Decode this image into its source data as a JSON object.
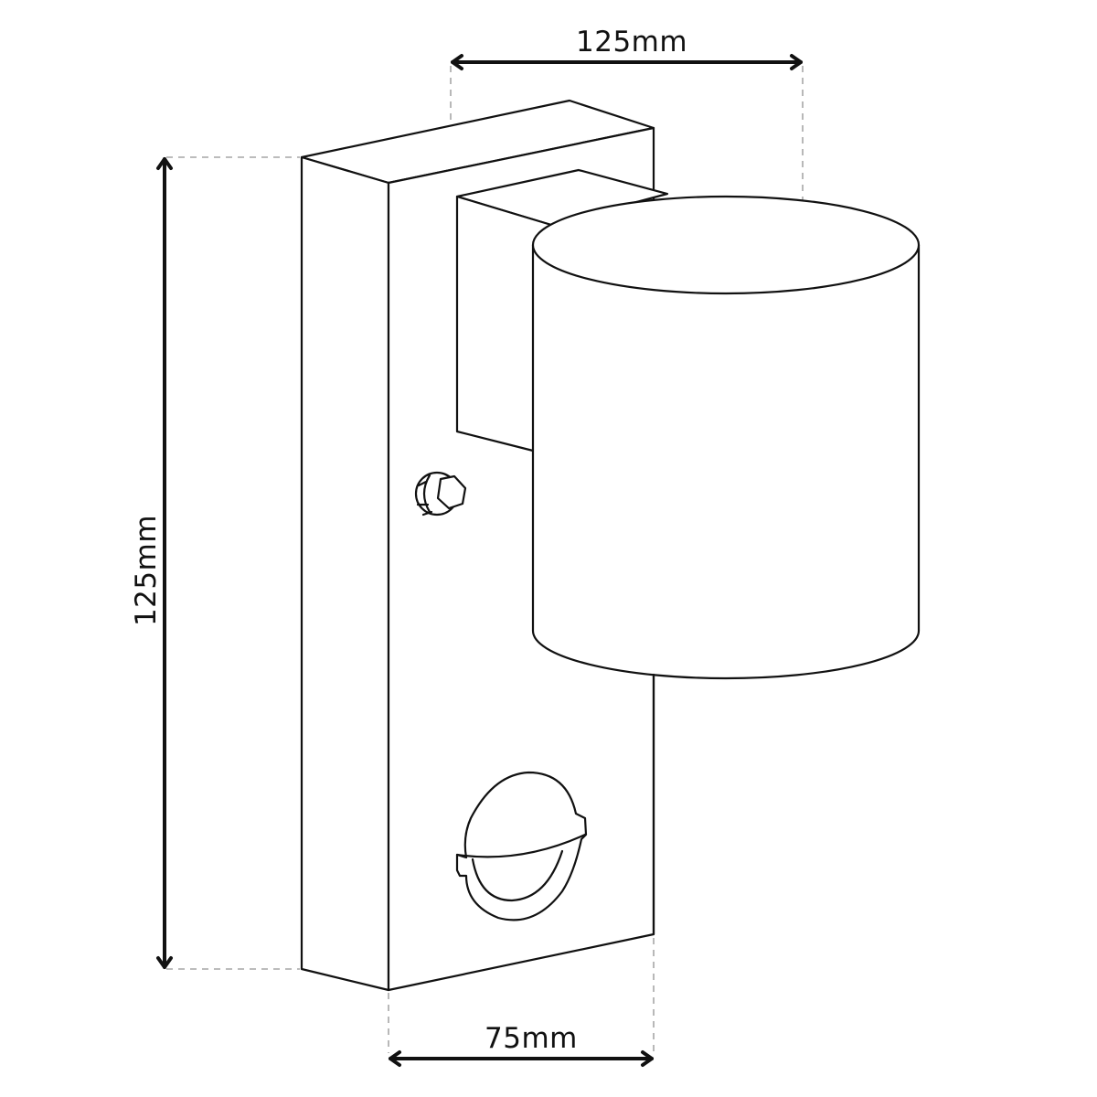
{
  "drawing": {
    "subject": "outdoor wall light with PIR motion sensor",
    "line_color": "#111111",
    "extension_line_color": "#a6a6a6",
    "background": "#ffffff",
    "components": [
      "back-plate",
      "mounting-arm",
      "cylinder-shade",
      "hex-bolt",
      "pir-sensor"
    ]
  },
  "dimensions": {
    "width": {
      "label": "125mm",
      "value": 125,
      "unit": "mm",
      "orientation": "horizontal",
      "position": "top"
    },
    "height": {
      "label": "125mm",
      "value": 125,
      "unit": "mm",
      "orientation": "vertical",
      "position": "left"
    },
    "depth": {
      "label": "75mm",
      "value": 75,
      "unit": "mm",
      "orientation": "horizontal",
      "position": "bottom"
    }
  }
}
